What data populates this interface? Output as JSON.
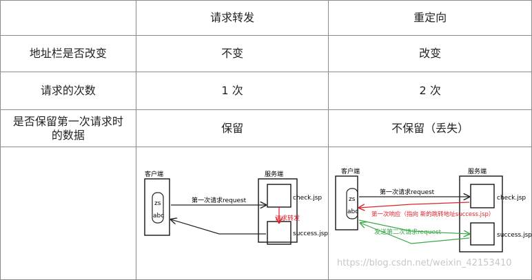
{
  "table": {
    "header": {
      "col0": "",
      "col1": "请求转发",
      "col2": "重定向"
    },
    "rows": [
      {
        "label": "地址栏是否改变",
        "forward": "不变",
        "redirect": "改变"
      },
      {
        "label": "请求的次数",
        "forward": "1 次",
        "redirect": "2 次"
      },
      {
        "label": "是否保留第一次请求时的数据",
        "forward": "保留",
        "redirect": "不保留（丢失）"
      }
    ]
  },
  "forward_diagram": {
    "client_title": "客户端",
    "client_value_1": "zs",
    "client_value_2": "abc",
    "server_title": "服务端",
    "page_1": "check.jsp",
    "page_2": "success.jsp",
    "arrow_request": "第一次请求request",
    "arrow_forward": "请求转发",
    "colors": {
      "forward": "#e0202a",
      "line": "#222222"
    }
  },
  "redirect_diagram": {
    "client_title": "客户端",
    "client_value_1": "zs",
    "client_value_2": "abc",
    "server_title": "服务端",
    "page_1": "check.jsp",
    "page_2": "success.jsp",
    "arrow_request": "第一次请求request",
    "arrow_response": "第一次响应（指向 新的跳转地址success.jsp）",
    "arrow_second": "发送第二次请求request",
    "colors": {
      "response": "#e0202a",
      "second": "#3aa84a",
      "line": "#222222"
    }
  },
  "watermark": "https://blog.csdn.net/weixin_42153410"
}
